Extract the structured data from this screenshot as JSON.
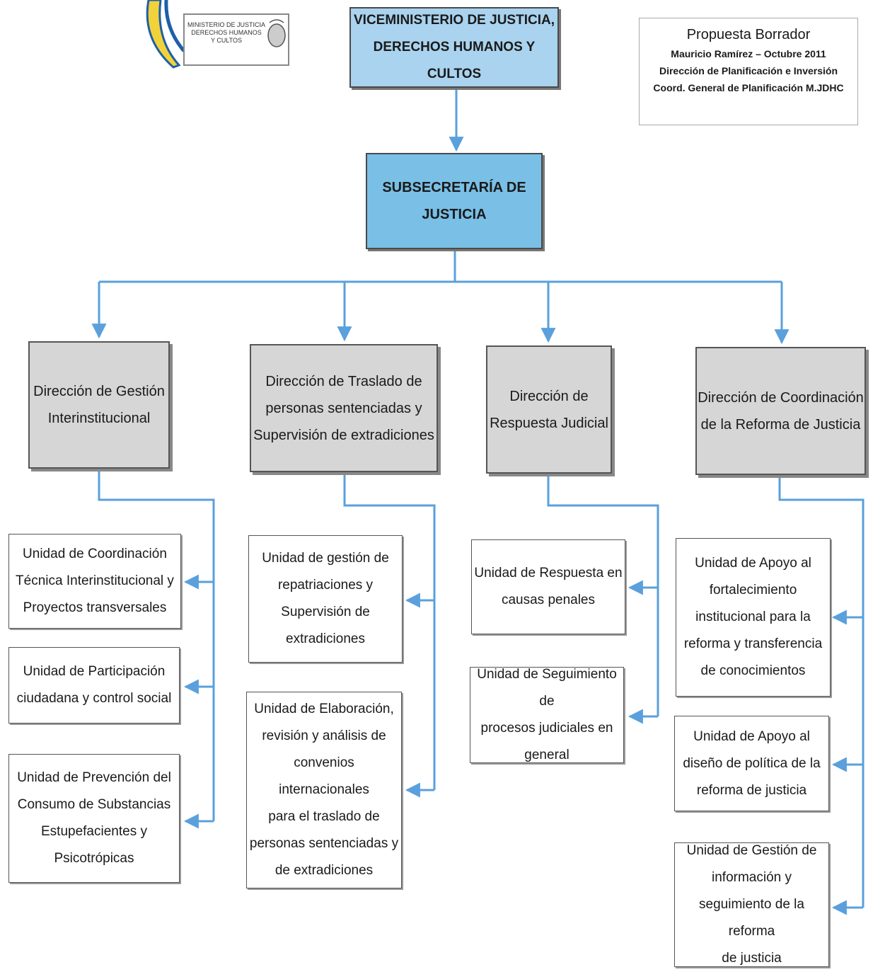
{
  "logo": {
    "text": "MINISTERIO DE JUSTICIA\nDERECHOS HUMANOS\nY CULTOS",
    "colors": {
      "blue": "#1e5fa8",
      "yellow": "#f2d23a",
      "gray": "#888888"
    }
  },
  "note": {
    "title": "Propuesta Borrador",
    "author": "Mauricio Ramírez – Octubre 2011",
    "office": "Dirección de Planificación e Inversión",
    "coord": "Coord. General de Planificación M.JDHC"
  },
  "colors": {
    "connector": "#5aa0dc",
    "head_fill": "#a9d3ee",
    "sub_fill": "#79bfe6",
    "dir_fill": "#d6d6d6"
  },
  "org": {
    "head": "VICEMINISTERIO DE  JUSTICIA,\nDERECHOS HUMANOS Y CULTOS",
    "sub": "SUBSECRETARÍA DE\nJUSTICIA",
    "directions": [
      {
        "name": "Dirección de Gestión\nInterinstitucional",
        "units": [
          "Unidad de Coordinación\nTécnica Interinstitucional  y\nProyectos transversales",
          "Unidad de Participación\nciudadana y control social",
          "Unidad de Prevención del\nConsumo de Substancias\nEstupefacientes y\nPsicotrópicas"
        ]
      },
      {
        "name": "Dirección de Traslado de\npersonas sentenciadas y\nSupervisión de extradiciones",
        "units": [
          "Unidad de gestión de\nrepatriaciones y\nSupervisión de\nextradiciones",
          "Unidad de Elaboración,\nrevisión y análisis de\nconvenios internacionales\npara el traslado de\npersonas sentenciadas y\nde extradiciones"
        ]
      },
      {
        "name": "Dirección de\nRespuesta Judicial",
        "units": [
          "Unidad de Respuesta en\ncausas penales",
          "Unidad de Seguimiento de\nprocesos judiciales en\ngeneral"
        ]
      },
      {
        "name": "Dirección de Coordinación\nde la Reforma de Justicia",
        "units": [
          "Unidad de Apoyo al\nfortalecimiento\ninstitucional para la\nreforma y transferencia\nde conocimientos",
          "Unidad de Apoyo al\ndiseño de política de la\nreforma de justicia",
          "Unidad de Gestión de\ninformación y\nseguimiento de la reforma\nde justicia"
        ]
      }
    ]
  }
}
